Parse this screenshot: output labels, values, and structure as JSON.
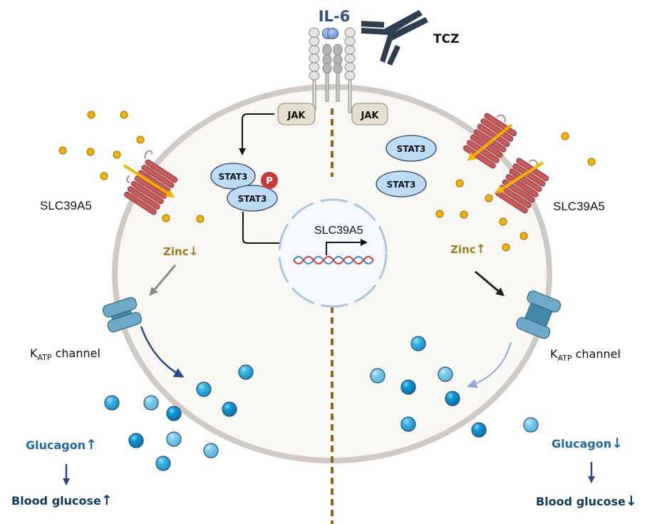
{
  "diagram": {
    "title": "IL-6 / STAT3 regulation of SLC39A5, zinc, KATP channel and glucagon secretion",
    "ligand": {
      "label": "IL-6",
      "color": "#2d4e7e"
    },
    "antibody": {
      "label": "TCZ",
      "color": "#2c3e50"
    },
    "kinases": [
      {
        "label": "JAK"
      },
      {
        "label": "JAK"
      }
    ],
    "stat_left": {
      "top": "STAT3",
      "bottom": "STAT3",
      "phospho": "P"
    },
    "stat_right": [
      {
        "label": "STAT3"
      },
      {
        "label": "STAT3"
      }
    ],
    "nucleus": {
      "gene": "SLC39A5"
    },
    "transporter_left": {
      "label": "SLC39A5"
    },
    "transporter_right": {
      "label": "SLC39A5"
    },
    "zinc_left": {
      "label": "Zinc",
      "arrow": "↓"
    },
    "zinc_right": {
      "label": "Zinc",
      "arrow": "↑"
    },
    "katp_left": {
      "main": "K",
      "sub": "ATP",
      "rest": " channel"
    },
    "katp_right": {
      "main": "K",
      "sub": "ATP",
      "rest": " channel"
    },
    "outcome_left": {
      "glucagon": "Glucagon",
      "glucagon_arrow": "↑",
      "blood": "Blood glucose",
      "blood_arrow": "↑"
    },
    "outcome_right": {
      "glucagon": "Glucagon",
      "glucagon_arrow": "↓",
      "blood": "Blood glucose",
      "blood_arrow": "↓"
    },
    "colors": {
      "zinc": "#f2b200",
      "transporter": "#c9595b",
      "stat": "#bcdcf5",
      "phospho": "#c83a3a",
      "jak": "#e6dfcf",
      "katp": "#6fa9c8",
      "membrane": "#cfcbc4",
      "cytoplasm": "#f9f7f4",
      "zinc_text": "#a07a1e",
      "glucagon_text": "#1f6aa0",
      "blood_text": "#123a5c"
    }
  }
}
